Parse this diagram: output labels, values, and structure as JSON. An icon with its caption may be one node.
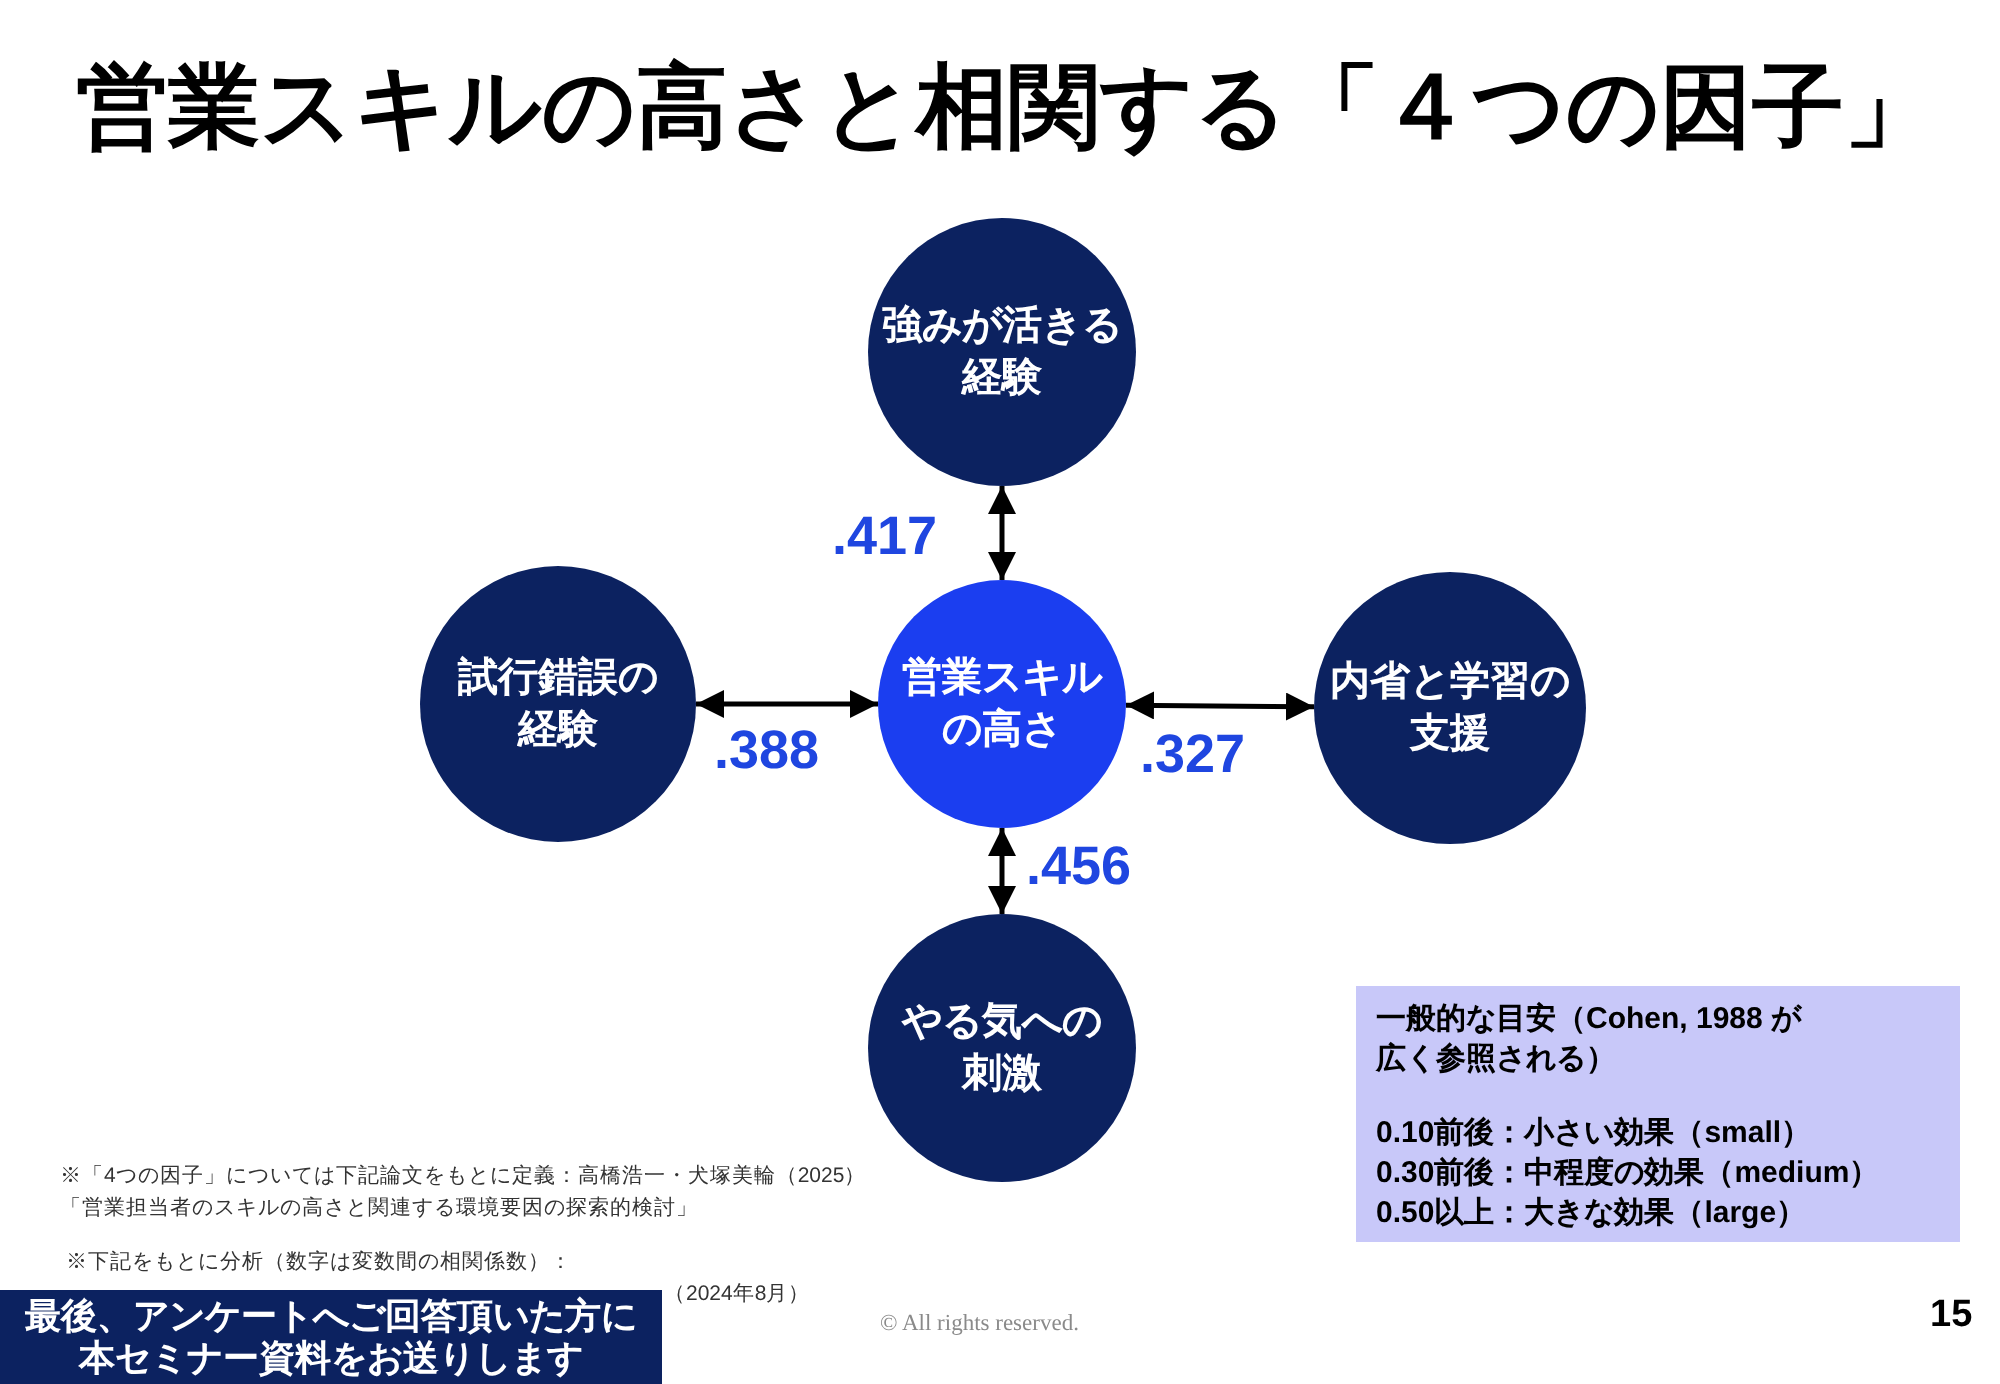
{
  "diagram": {
    "title": "営業スキルの高さと相関する「４つの因子」",
    "nodes": [
      {
        "text": [
          "強みが活きる経験"
        ]
      },
      {
        "text": [
          "試行錯誤の経験"
        ]
      },
      {
        "text": [
          "営業スキルの高さ"
        ]
      },
      {
        "text": [
          "内省と学習の支援"
        ]
      },
      {
        "text": [
          "やる気への刺激"
        ]
      },
      {
        "text": [
          "一般的な目安（Cohen, 1988 が広く参照される）",
          "0.10前後：小さい効果（small）",
          "0.30前後：中程度の効果（medium）",
          "0.50以上：大きな効果（large）"
        ]
      },
      {
        "text": [
          "最後、アンケートへご回答頂いた方に本セミナー資料をお送りします"
        ]
      }
    ],
    "edges": [
      {
        "from": 2,
        "to": 0,
        "arrow": "both",
        "label": ".417"
      },
      {
        "from": 1,
        "to": 2,
        "arrow": "both",
        "label": ".388"
      },
      {
        "from": 2,
        "to": 3,
        "arrow": "both",
        "label": ".327"
      },
      {
        "from": 2,
        "to": 4,
        "arrow": "both",
        "label": ".456"
      }
    ],
    "labels": [
      "※「4つの因子」については下記論文をもとに定義：高橋浩一・犬塚美輪（2025）",
      "「営業担当者のスキルの高さと関連する環境要因の探索的検討」",
      "※下記をもとに分析（数字は変数間の相関係数）：",
      "（2024年8月）",
      "© All rights reserved.",
      "15"
    ]
  }
}
